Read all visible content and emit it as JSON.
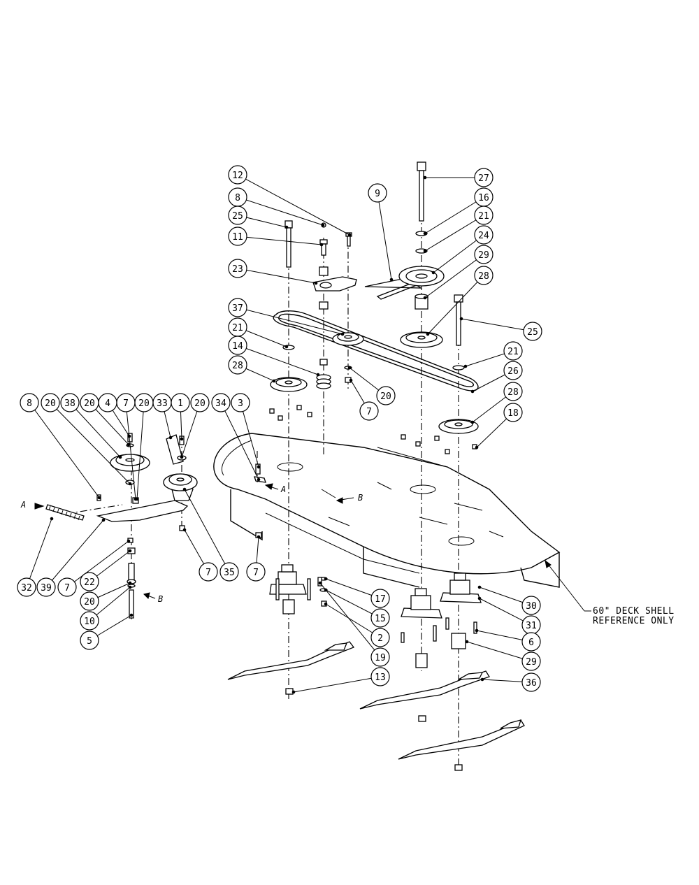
{
  "diagram": {
    "callouts": [
      "1",
      "2",
      "3",
      "4",
      "5",
      "6",
      "7",
      "8",
      "9",
      "10",
      "11",
      "12",
      "13",
      "14",
      "15",
      "16",
      "17",
      "18",
      "19",
      "20",
      "21",
      "22",
      "23",
      "24",
      "25",
      "26",
      "27",
      "28",
      "29",
      "30",
      "31",
      "32",
      "33",
      "34",
      "35",
      "36",
      "37",
      "38",
      "39"
    ],
    "markers": [
      "A",
      "B"
    ],
    "note_lines": [
      "60\" DECK SHELL",
      "REFERENCE ONLY"
    ]
  }
}
